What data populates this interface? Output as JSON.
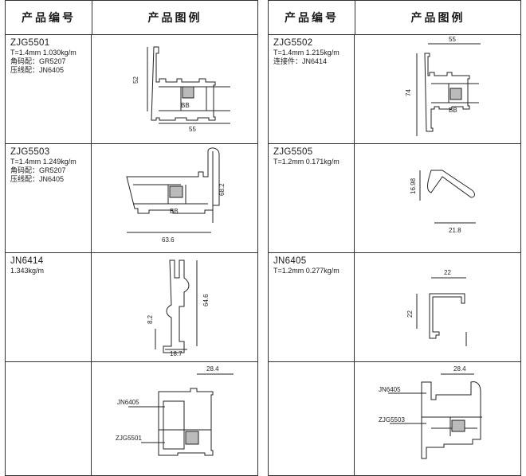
{
  "headers": {
    "code": "产品编号",
    "figure": "产品图例"
  },
  "left": [
    {
      "code": "ZJG5501",
      "spec": "T=1.4mm  1.030kg/m",
      "notes": [
        "角码配：GR5207",
        "压线配：JN6405"
      ],
      "dims": {
        "h": "52",
        "w": "55",
        "tag": "BB"
      }
    },
    {
      "code": "ZJG5503",
      "spec": "T=1.4mm  1.249kg/m",
      "notes": [
        "角码配：GR5207",
        "压线配：JN6405"
      ],
      "dims": {
        "h": "68.2",
        "w": "63.6",
        "tag": "BB"
      }
    },
    {
      "code": "JN6414",
      "spec": "1.343kg/m",
      "notes": [],
      "dims": {
        "h": "64.6",
        "s": "8.2",
        "w": "18.7"
      }
    },
    {
      "code": "",
      "spec": "",
      "notes": [],
      "dims": {
        "w": "28.4",
        "l1": "JN6405",
        "l2": "ZJG5501"
      }
    }
  ],
  "right": [
    {
      "code": "ZJG5502",
      "spec": "T=1.4mm  1.215kg/m",
      "notes": [
        "连接件：JN6414"
      ],
      "dims": {
        "h": "74",
        "w": "55",
        "tag": "BB"
      }
    },
    {
      "code": "ZJG5505",
      "spec": "T=1.2mm  0.171kg/m",
      "notes": [],
      "dims": {
        "h": "16.98",
        "w": "21.8"
      }
    },
    {
      "code": "JN6405",
      "spec": "T=1.2mm  0.277kg/m",
      "notes": [],
      "dims": {
        "h": "22",
        "w": "22"
      }
    },
    {
      "code": "",
      "spec": "",
      "notes": [],
      "dims": {
        "w": "28.4",
        "l1": "JN6405",
        "l2": "ZJG5503"
      }
    }
  ]
}
